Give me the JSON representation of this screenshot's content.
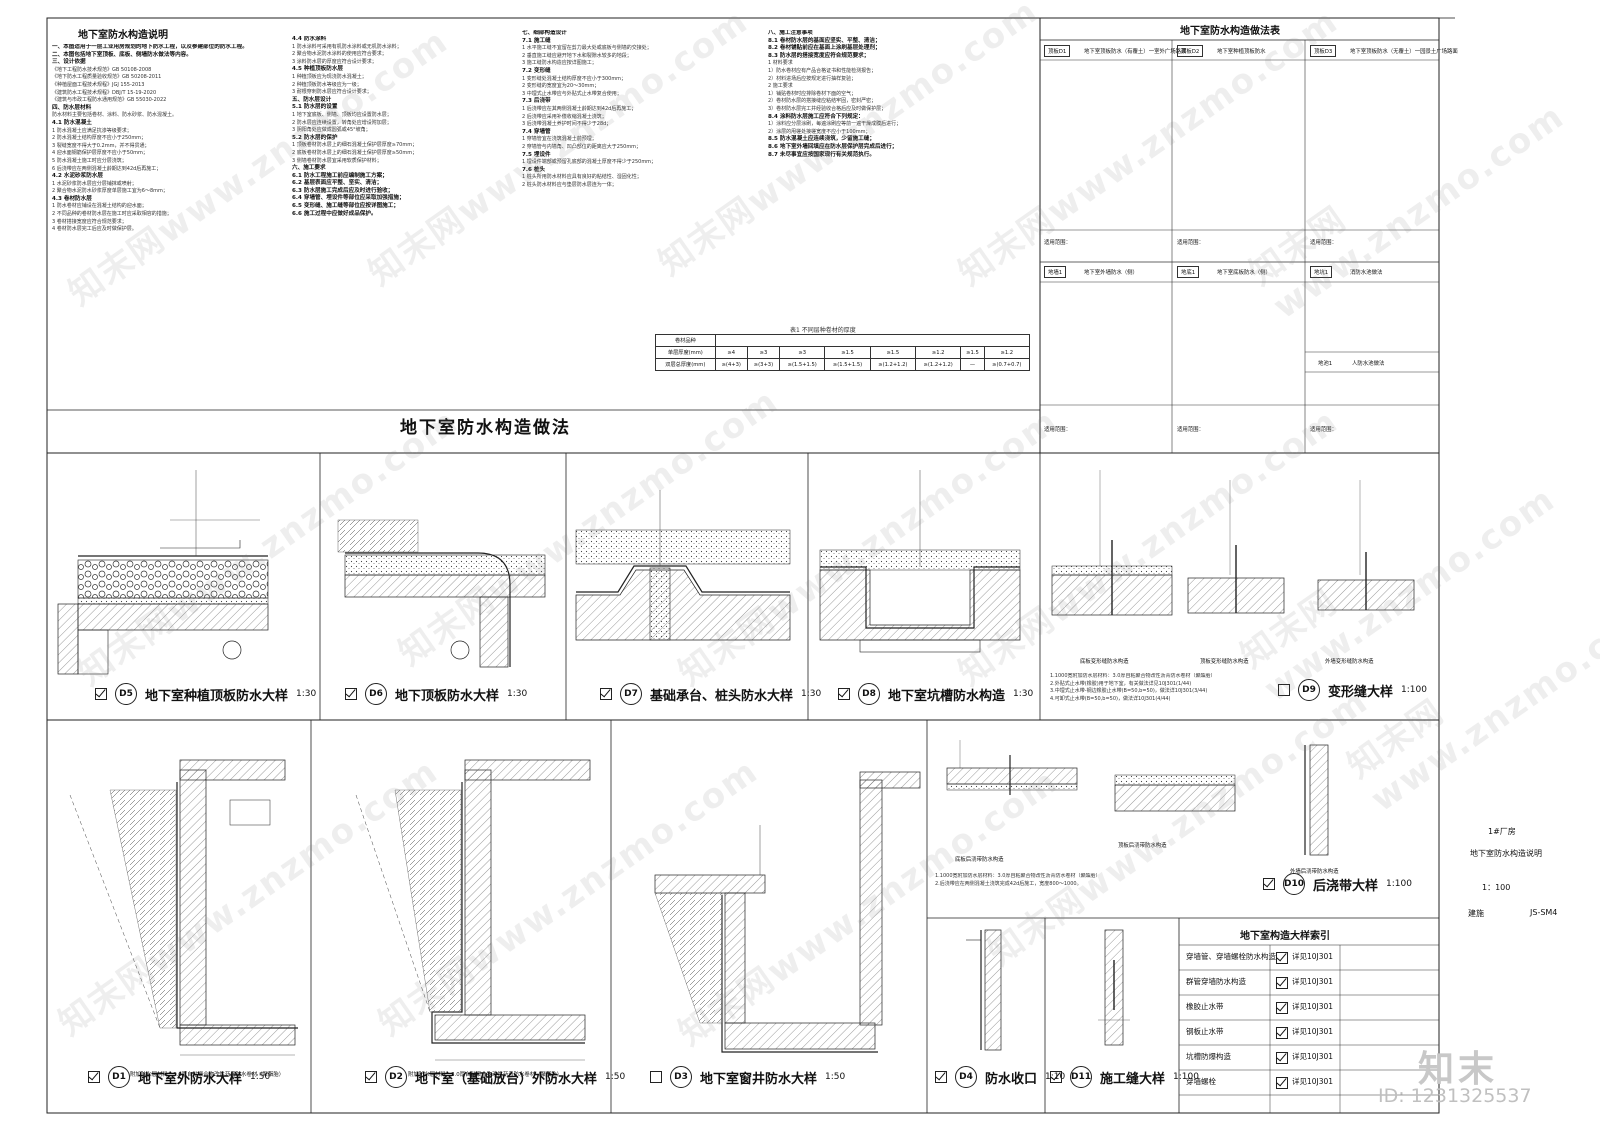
{
  "left_notes": {
    "title": "地下室防水构造说明",
    "col1": [
      "一、本图适用于一层工业用房规划的地下防水工程，以及参建部位的防水工程。",
      "二、本图包括地下室顶板、底板、侧墙防水做法等内容。",
      "三、设计依据",
      "《地下工程防水技术规范》GB 50108-2008",
      "《地下防水工程质量验收规范》GB 50208-2011",
      "《种植屋面工程技术规程》JGJ 155-2013",
      "《建筑防水工程技术规程》DBJ/T 15-19-2020",
      "《建筑与市政工程防水通用规范》GB 55030-2022",
      "四、防水层材料",
      "防水材料主要包括卷材、涂料、防水砂浆、防水混凝土。",
      "4.1 防水混凝土",
      "1 防水混凝土应满足抗渗等级要求；",
      "2 防水混凝土结构厚度不应小于250mm；",
      "3 裂缝宽度不得大于0.2mm，并不得贯通；",
      "4 迎水面钢筋保护层厚度不应小于50mm；",
      "5 防水混凝土施工时应分层浇筑；",
      "6 后浇带应在两侧混凝土龄期达到42d后再施工；",
      "4.2 水泥砂浆防水层",
      "1 水泥砂浆防水层应分层铺抹或喷射；",
      "2 聚合物水泥防水砂浆厚度单层施工宜为6～8mm；",
      "4.3 卷材防水层",
      "1 防水卷材应铺设在混凝土结构的迎水面；",
      "2 不同品种的卷材防水层在施工时应采取相容的措施；",
      "3 卷材搭接宽度应符合规范要求；",
      "4 卷材防水层完工后应及时做保护层。"
    ],
    "col2": [
      "4.4 防水涂料",
      "1 防水涂料可采用有机防水涂料或无机防水涂料；",
      "2 聚合物水泥防水涂料的使用应符合要求；",
      "3 涂料防水层的厚度应符合设计要求；",
      "4.5 种植顶板防水层",
      "1 种植顶板应为现浇防水混凝土；",
      "2 种植顶板防水等级应为一级；",
      "3 耐根穿刺防水层应符合设计要求；",
      "五、防水层设计",
      "5.1 防水层的设置",
      "1 地下室底板、侧墙、顶板均应设置防水层；",
      "2 防水层应连续设置，转角处应增设附加层；",
      "3 阴阳角处应做成圆弧或45°坡角；",
      "5.2 防水层的保护",
      "1 顶板卷材防水层上的细石混凝土保护层厚度≥70mm；",
      "2 底板卷材防水层上的细石混凝土保护层厚度≥50mm；",
      "3 侧墙卷材防水层宜采用软质保护材料；",
      "六、施工要求",
      "6.1 防水工程施工前应编制施工方案；",
      "6.2 基层表面应平整、坚实、清洁；",
      "6.3 防水层施工完成后应及时进行验收；",
      "6.4 穿墙管、埋设件等部位应采取加强措施；",
      "6.5 变形缝、施工缝等部位应按详图施工；",
      "6.6 施工过程中应做好成品保护。"
    ],
    "col3": [
      "七、细部构造设计",
      "7.1 施工缝",
      "1 水平施工缝不宜留在剪力最大处或底板与侧墙的交接处；",
      "2 垂直施工缝应避开地下水和裂隙水较多的地段；",
      "3 施工缝防水构造应按详图施工；",
      "7.2 变形缝",
      "1 变形缝处混凝土结构厚度不应小于300mm；",
      "2 变形缝的宽度宜为20～30mm；",
      "3 中埋式止水带应与外贴式止水带复合使用；",
      "7.3 后浇带",
      "1 后浇带应在其两侧混凝土龄期达到42d后再施工；",
      "2 后浇带应采用补偿收缩混凝土浇筑；",
      "3 后浇带混凝土养护时间不得少于28d；",
      "7.4 穿墙管",
      "1 穿墙管宜在浇筑混凝土前预埋；",
      "2 穿墙管与内墙角、凹凸部位的距离应大于250mm；",
      "7.5 埋设件",
      "1 埋设件端部或预留孔底部的混凝土厚度不得少于250mm；",
      "7.6 桩头",
      "1 桩头所用防水材料应具有良好的粘结性、湿固化性；",
      "2 桩头防水材料应与垫层防水层连为一体；"
    ],
    "col4": [
      "八、施工注意事项",
      "8.1 卷材防水层的基面应坚实、平整、清洁；",
      "8.2 卷材铺贴前应在基面上涂刷基层处理剂；",
      "8.3 防水层的搭接宽度应符合规范要求；",
      "1 材料要求",
      "1）防水卷材应有产品合格证书和性能检测报告；",
      "2）材料进场后应按规定进行抽样复验；",
      "2 施工要求",
      "1）铺贴卷材时应排除卷材下面的空气；",
      "2）卷材防水层的搭接缝应粘结牢固，密封严密；",
      "3）卷材防水层完工并经验收合格后应及时做保护层；",
      "8.4 涂料防水层施工应符合下列规定：",
      "1）涂料应分层涂刷，每遍涂刷应等前一遍干燥成膜后进行；",
      "2）涂层的甩槎处接槎宽度不应小于100mm；",
      "8.5 防水混凝土应连续浇筑，少留施工缝；",
      "8.6 地下室外墙回填应在防水层保护层完成后进行；",
      "8.7 未尽事宜应按国家现行有关规范执行。"
    ],
    "table_title": "表1 不同层种卷材的厚度",
    "table_row1_label": "卷材品种",
    "table_row2_label": "单层厚度(mm)",
    "table_row3_label": "双层总厚度(mm)",
    "table_vals_r2": [
      "≥4",
      "≥3",
      "≥3",
      "≥1.5",
      "≥1.5",
      "≥1.2",
      "≥1.5",
      "≥1.2"
    ],
    "table_vals_r3": [
      "≥(4+3)",
      "≥(3+3)",
      "≥(1.5+1.5)",
      "≥(1.5+1.5)",
      "≥(1.2+1.2)",
      "≥(1.2+1.2)",
      "—",
      "≥(0.7+0.7)"
    ]
  },
  "method_table": {
    "title": "地下室防水构造做法表",
    "row1": [
      {
        "code": "顶板D1",
        "name": "地下室顶板防水（有覆土）一室外广场路面"
      },
      {
        "code": "顶板D2",
        "name": "地下室种植顶板防水"
      },
      {
        "code": "顶板D3",
        "name": "地下室顶板防水（无覆土）一园景土广场路面"
      }
    ],
    "row2": [
      {
        "code": "地墙1",
        "name": "地下室外墙防水（侧）"
      },
      {
        "code": "地底1",
        "name": "地下室底板防水（侧）"
      },
      {
        "code": "地坑1",
        "name": "消防水池做法"
      }
    ],
    "note_label": "适用范围：",
    "pool_label": "地池1",
    "pool_name": "人防水池做法"
  },
  "band_title": "地下室防水构造做法",
  "details_row1": [
    {
      "id": "D5",
      "title": "地下室种植顶板防水大样",
      "scale": "1:30",
      "checked": true
    },
    {
      "id": "D6",
      "title": "地下顶板防水大样",
      "scale": "1:30",
      "checked": true
    },
    {
      "id": "D7",
      "title": "基础承台、桩头防水大样",
      "scale": "1:30",
      "checked": true
    },
    {
      "id": "D8",
      "title": "地下室坑槽防水构造",
      "scale": "1:30",
      "checked": true
    },
    {
      "id": "D9",
      "title": "变形缝大样",
      "scale": "1:100",
      "checked": false
    }
  ],
  "details_row2": [
    {
      "id": "D1",
      "title": "地下室外防水大样",
      "scale": "1:50",
      "checked": true
    },
    {
      "id": "D2",
      "title": "地下室（基础放台）外防水大样",
      "scale": "1:50",
      "checked": true
    },
    {
      "id": "D3",
      "title": "地下室窗井防水大样",
      "scale": "1:50",
      "checked": false
    },
    {
      "id": "D4",
      "title": "防水收口",
      "scale": "1:10",
      "checked": true
    },
    {
      "id": "D11",
      "title": "施工缝大样",
      "scale": "1:100",
      "checked": true
    },
    {
      "id": "D10",
      "title": "后浇带大样",
      "scale": "1:100",
      "checked": true
    }
  ],
  "d9_sublabels": [
    "底板变形缝防水构造",
    "顶板变形缝防水构造",
    "外墙变形缝防水构造"
  ],
  "d10_sublabels": [
    "底板后浇带防水构造",
    "顶板后浇带防水构造",
    "外墙后浇带防水构造"
  ],
  "d9_notes": [
    "1.1000宽附加防水层材料：3.0厚自粘聚合物改性沥青防水卷材（聚酯胎）",
    "2.外贴式止水带(橡胶)用于地下室，有关做法详见10J301(1/44)",
    "3.中埋式止水带-钢边橡胶止水带(B=50,b=50)，做法详10J301(3/44)",
    "4.可卸式止水带(B=50,b=50)，做法详10J301(4/44)"
  ],
  "d10_notes": [
    "1.1000宽附加防水层材料：3.0厚自粘聚合物改性沥青防水卷材（聚酯胎）",
    "2.后浇带应在两侧混凝土浇筑完成42d后施工，宽度800～1000。"
  ],
  "d1_note": "附加防水层材料：3.0厚自粘聚合物改性沥青防水卷材（聚酯胎）",
  "d2_note": "附加防水层材料：3.0厚自粘聚合物改性沥青防水卷材（聚酯胎）",
  "index_table": {
    "title": "地下室构造大样索引",
    "rows": [
      {
        "name": "穿墙管、穿墙螺栓防水构造",
        "ref": "详见10J301"
      },
      {
        "name": "群管穿墙防水构造",
        "ref": "详见10J301"
      },
      {
        "name": "橡胶止水带",
        "ref": "详见10J301"
      },
      {
        "name": "钢板止水带",
        "ref": "详见10J301"
      },
      {
        "name": "坑槽防爆构造",
        "ref": "详见10J301"
      },
      {
        "name": "穿墙螺栓",
        "ref": "详见10J301"
      }
    ]
  },
  "title_block": {
    "project": "1#厂房",
    "drawing": "地下室防水构造说明",
    "scale": "1：100",
    "discipline": "建施",
    "number": "JS-SM4"
  },
  "brand": {
    "name": "知末",
    "id": "ID: 1231325537"
  },
  "watermark": "知末网www.znzmo.com"
}
